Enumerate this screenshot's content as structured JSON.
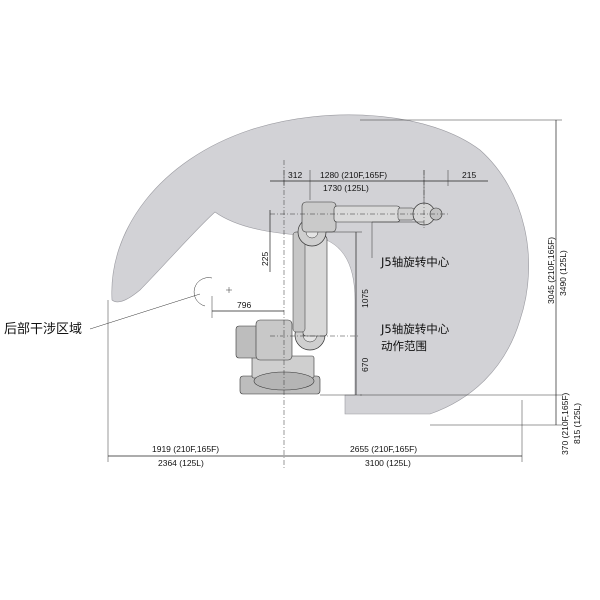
{
  "dims": {
    "d312": "312",
    "d1280": "1280 (210F,165F)",
    "d1730": "1730 (125L)",
    "d215": "215",
    "d225": "225",
    "d1075": "1075",
    "d670": "670",
    "d796": "796",
    "d3045": "3045 (210F,165F)",
    "d3490": "3490 (125L)",
    "d370": "370 (210F,165F)",
    "d815": "815 (125L)",
    "d1919": "1919 (210F,165F)",
    "d2364": "2364 (125L)",
    "d2655": "2655 (210F,165F)",
    "d3100": "3100 (125L)"
  },
  "labels": {
    "rear_zone": "后部干涉区域",
    "j5_center": "J5轴旋转中心",
    "j5_range_line1": "J5轴旋转中心",
    "j5_range_line2": "动作范围"
  },
  "colors": {
    "envelope_fill": "#d2d2d6",
    "robot_body": "#c9c9c9",
    "robot_dark": "#555555"
  }
}
